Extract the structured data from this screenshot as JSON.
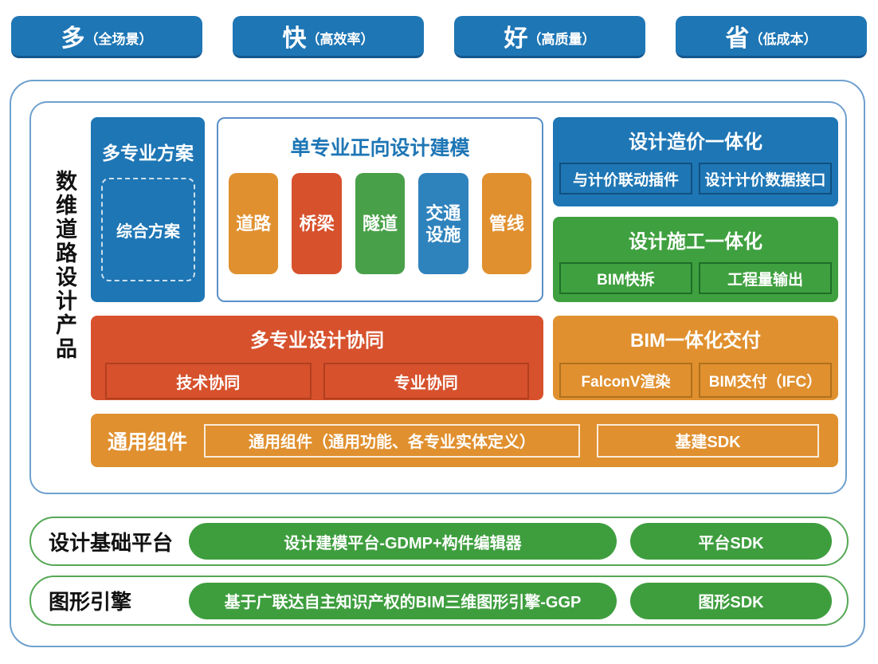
{
  "colors": {
    "banner_blue": "#1E76B5",
    "container_border_blue": "#6FA0CE",
    "pill_blue": "#2F83BD",
    "orange": "#E0902F",
    "red": "#D6512C",
    "green": "#3FA03F",
    "bottom_pill_green": "#3E9E3E",
    "bottom_row_border_green": "#55A855",
    "text_black": "#111111"
  },
  "top_banners": [
    {
      "emphasis": "多",
      "detail": "（全场景）"
    },
    {
      "emphasis": "快",
      "detail": "（高效率）"
    },
    {
      "emphasis": "好",
      "detail": "（高质量）"
    },
    {
      "emphasis": "省",
      "detail": "（低成本）"
    }
  ],
  "product_section": {
    "side_title": "数维道路设计产品",
    "multi_scheme": {
      "title": "多专业方案",
      "item": "综合方案"
    },
    "forward_modeling": {
      "title": "单专业正向设计建模",
      "pills": [
        {
          "label": "道路",
          "color": "#E0902F"
        },
        {
          "label": "桥梁",
          "color": "#D6512C"
        },
        {
          "label": "隧道",
          "color": "#48A048"
        },
        {
          "label": "交通设施",
          "color": "#2F83BD"
        },
        {
          "label": "管线",
          "color": "#E0902F"
        }
      ]
    },
    "design_cost": {
      "title": "设计造价一体化",
      "items": [
        "与计价联动插件",
        "设计计价数据接口"
      ]
    },
    "design_construction": {
      "title": "设计施工一体化",
      "items": [
        "BIM快拆",
        "工程量输出"
      ]
    },
    "multi_collaboration": {
      "title": "多专业设计协同",
      "items": [
        "技术协同",
        "专业协同"
      ]
    },
    "bim_delivery": {
      "title": "BIM一体化交付",
      "items": [
        "FalconV渲染",
        "BIM交付（IFC）"
      ]
    },
    "common_components": {
      "label": "通用组件",
      "items": [
        "通用组件（通用功能、各专业实体定义）",
        "基建SDK"
      ]
    }
  },
  "platform_row": {
    "label": "设计基础平台",
    "items": [
      "设计建模平台-GDMP+构件编辑器",
      "平台SDK"
    ]
  },
  "engine_row": {
    "label": "图形引擎",
    "items": [
      "基于广联达自主知识产权的BIM三维图形引擎-GGP",
      "图形SDK"
    ]
  }
}
